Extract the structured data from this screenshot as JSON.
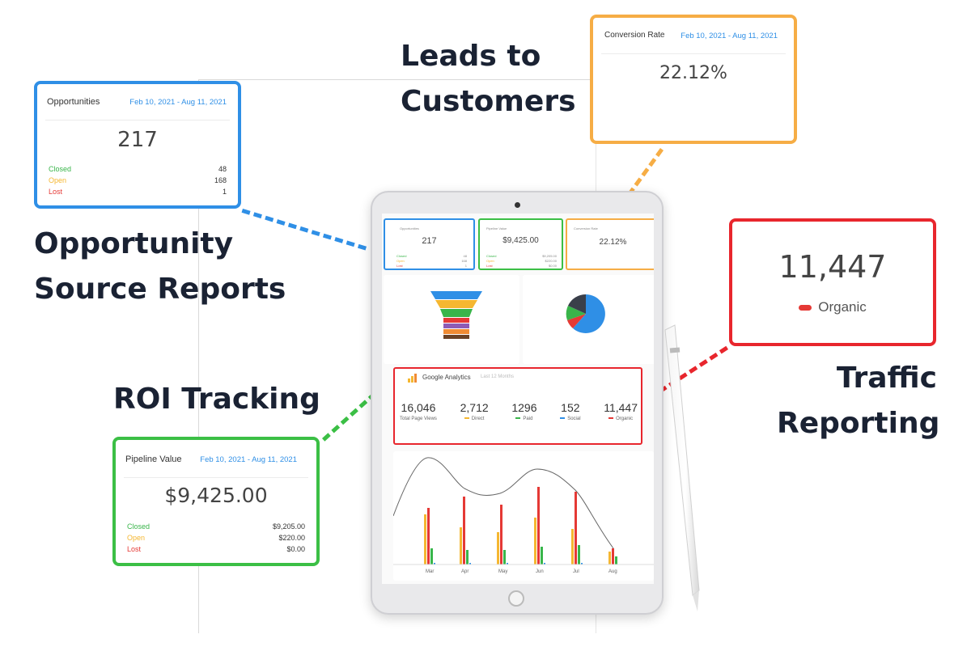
{
  "headings": {
    "leads": [
      "Leads to",
      "Customers"
    ],
    "opportunity": [
      "Opportunity",
      "Source Reports"
    ],
    "roi": "ROI Tracking",
    "traffic": [
      "Traffic",
      "Reporting"
    ]
  },
  "opportunities_card": {
    "title": "Opportunities",
    "date_range": "Feb 10, 2021 - Aug 11, 2021",
    "value": "217",
    "rows": [
      {
        "label": "Closed",
        "value": "48",
        "color": "#39b54a"
      },
      {
        "label": "Open",
        "value": "168",
        "color": "#f5b731"
      },
      {
        "label": "Lost",
        "value": "1",
        "color": "#e53935"
      }
    ]
  },
  "conversion_card": {
    "title": "Conversion Rate",
    "date_range": "Feb 10, 2021 - Aug 11, 2021",
    "value": "22.12%"
  },
  "pipeline_card": {
    "title": "Pipeline Value",
    "date_range": "Feb 10, 2021 - Aug 11, 2021",
    "value": "$9,425.00",
    "rows": [
      {
        "label": "Closed",
        "value": "$9,205.00",
        "color": "#39b54a"
      },
      {
        "label": "Open",
        "value": "$220.00",
        "color": "#f5b731"
      },
      {
        "label": "Lost",
        "value": "$0.00",
        "color": "#e53935"
      }
    ]
  },
  "traffic_card": {
    "value": "11,447",
    "legend": "Organic",
    "legend_color": "#e53935"
  },
  "analytics": {
    "title": "Google Analytics",
    "subtitle": "Last 12 Months",
    "stats": [
      {
        "value": "16,046",
        "label": "Total Page Views",
        "color": ""
      },
      {
        "value": "2,712",
        "label": "Direct",
        "color": "#f5b731"
      },
      {
        "value": "1296",
        "label": "Paid",
        "color": "#39b54a"
      },
      {
        "value": "152",
        "label": "Social",
        "color": "#2f8fe6"
      },
      {
        "value": "11,447",
        "label": "Organic",
        "color": "#e53935"
      }
    ]
  },
  "chart": {
    "months": [
      "Mar",
      "Apr",
      "May",
      "Jun",
      "Jul",
      "Aug"
    ]
  },
  "colors": {
    "blue": "#2f8fe6",
    "green": "#3bbf45",
    "orange": "#f6ad45",
    "red": "#e8262d"
  }
}
